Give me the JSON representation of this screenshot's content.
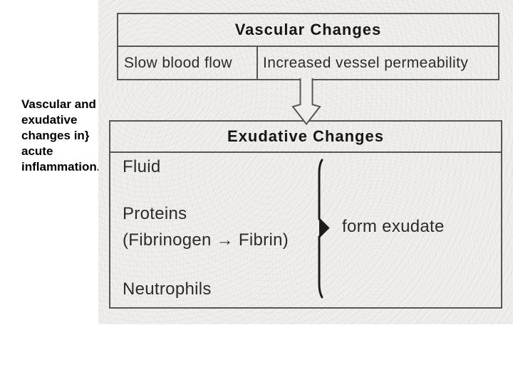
{
  "slide": {
    "caption": "Vascular and exudative changes in} acute inflammation.",
    "diagram": {
      "vascular_box": {
        "title": "Vascular Changes",
        "cell_left": "Slow blood flow",
        "cell_right": "Increased vessel permeability"
      },
      "exudative_box": {
        "title": "Exudative Changes",
        "item_fluid": "Fluid",
        "item_proteins": "Proteins",
        "item_proteins_detail": "(Fibrinogen → Fibrin)",
        "item_neutrophils": "Neutrophils",
        "brace_label": "form exudate"
      },
      "icons": {
        "connector": "down-arrow-icon",
        "brace": "right-curly-brace-icon"
      },
      "colors": {
        "scan_background": "#efeeec",
        "box_border": "#565656",
        "diagram_text": "#2b2b2b",
        "caption_text": "#000000",
        "brace": "#1d1d1d"
      }
    }
  }
}
